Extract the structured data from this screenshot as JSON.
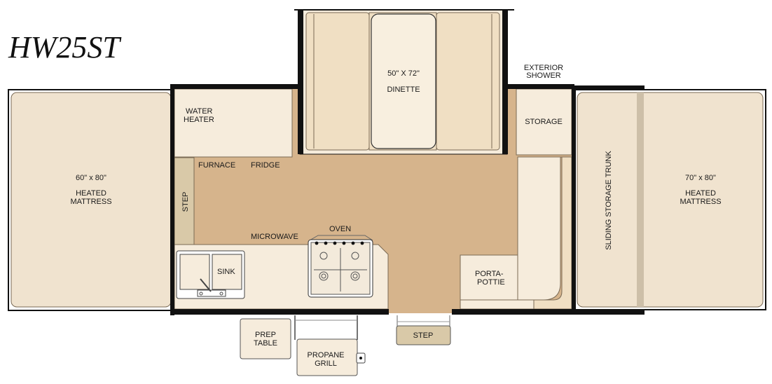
{
  "model": "HW25ST",
  "colors": {
    "floor": "#d6b48c",
    "cream": "#f6ecdc",
    "bed": "#f0e3cf",
    "cushion": "#f0dfc3",
    "step": "#d9c9a8",
    "wall": "#111111",
    "outline": "#7a6a55",
    "trunk_stripe": "#cdbfa8"
  },
  "labels": {
    "left_bed_size": "60\" x 80\"",
    "left_bed_line1": "HEATED",
    "left_bed_line2": "MATTRESS",
    "right_bed_size": "70\" x 80\"",
    "right_bed_line1": "HEATED",
    "right_bed_line2": "MATTRESS",
    "dinette_size": "50\" X 72\"",
    "dinette": "DINETTE",
    "water_heater_1": "WATER",
    "water_heater_2": "HEATER",
    "furnace": "FURNACE",
    "fridge": "FRIDGE",
    "step_inside": "STEP",
    "microwave": "MICROWAVE",
    "oven": "OVEN",
    "sink": "SINK",
    "exterior_shower_1": "EXTERIOR",
    "exterior_shower_2": "SHOWER",
    "storage": "STORAGE",
    "sliding_trunk": "SLIDING STORAGE TRUNK",
    "porta_1": "PORTA-",
    "porta_2": "POTTIE",
    "step_entry": "STEP",
    "prep_1": "PREP",
    "prep_2": "TABLE",
    "grill_1": "PROPANE",
    "grill_2": "GRILL"
  }
}
